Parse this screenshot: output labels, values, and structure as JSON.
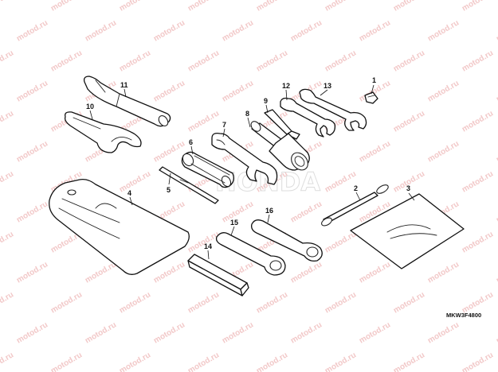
{
  "watermark": {
    "text": "motod.ru",
    "color": "#f2c8c8",
    "brand_text": "HONDA"
  },
  "diagram_code": "MKW3F4800",
  "callouts": {
    "p1": "1",
    "p2": "2",
    "p3": "3",
    "p4": "4",
    "p5": "5",
    "p6": "6",
    "p7": "7",
    "p8": "8",
    "p9": "9",
    "p10": "10",
    "p11": "11",
    "p12": "12",
    "p13": "13",
    "p14": "14",
    "p15": "15",
    "p16": "16"
  },
  "colors": {
    "line": "#111111",
    "background": "#ffffff"
  }
}
